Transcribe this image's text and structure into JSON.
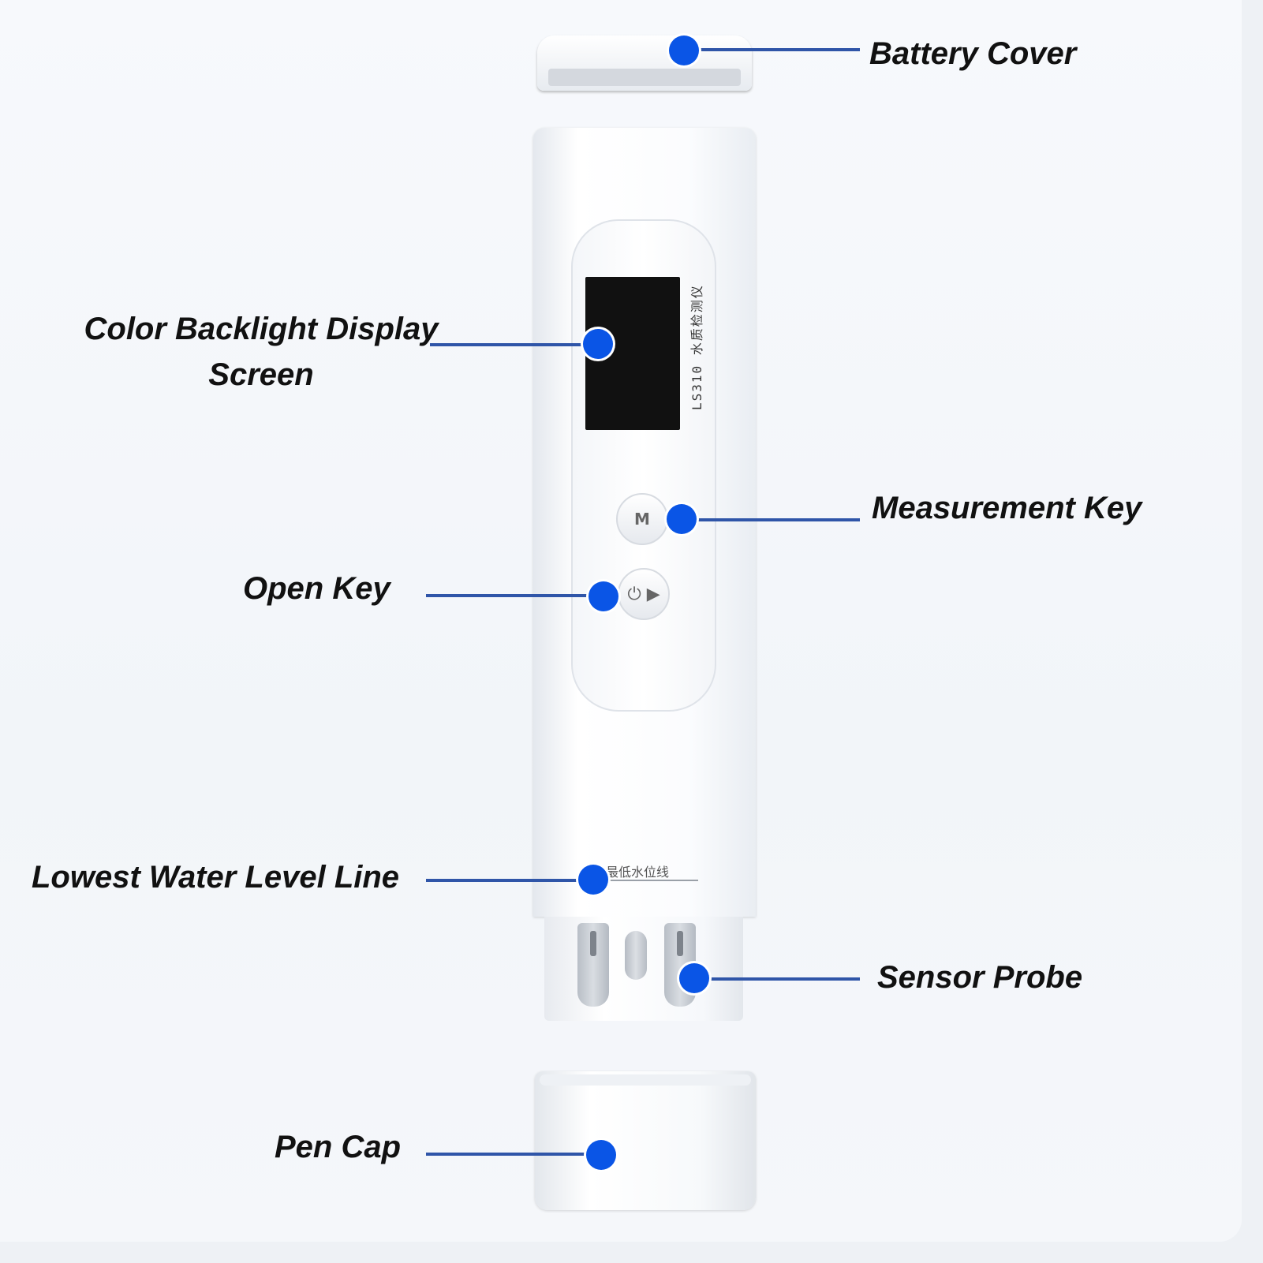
{
  "labels": {
    "battery_cover": "Battery Cover",
    "display_line1": "Color Backlight Display",
    "display_line2": "Screen",
    "measurement_key": "Measurement Key",
    "open_key": "Open Key",
    "water_level": "Lowest Water Level Line",
    "sensor_probe": "Sensor Probe",
    "pen_cap": "Pen Cap"
  },
  "device": {
    "model_text": "LS310 水质检测仪",
    "water_level_text": "最低水位线",
    "measure_button_glyph": "M",
    "power_button_glyph": "⏻ ▶"
  },
  "colors": {
    "leader_line": "#2f55a8",
    "dot": "#0a55e6",
    "label_text": "#111111"
  }
}
